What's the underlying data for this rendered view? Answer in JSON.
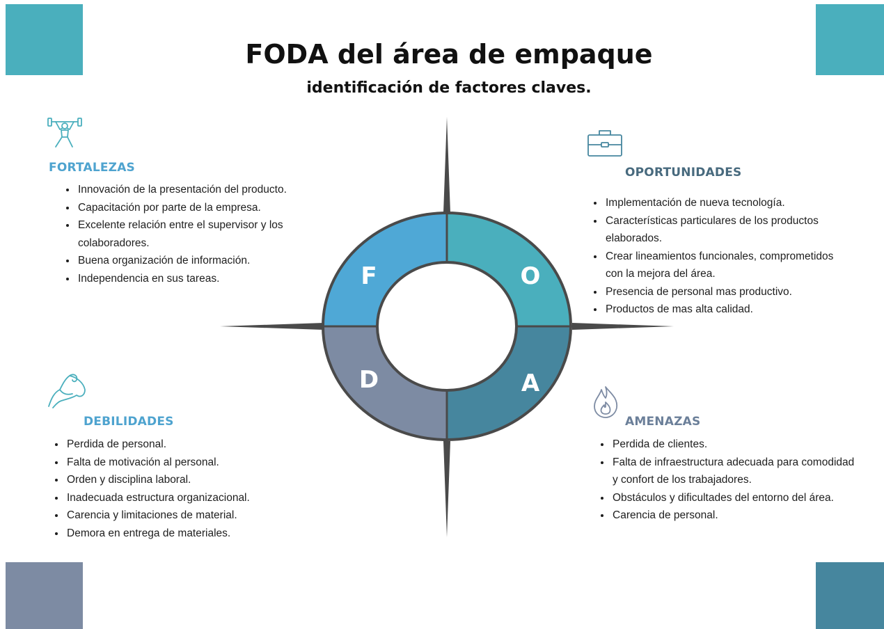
{
  "title": "FODA del área de empaque",
  "subtitle": "identificación de factores claves.",
  "colors": {
    "teal": "#4aafbd",
    "blue": "#4fa8d6",
    "slate": "#7d8ba3",
    "steel": "#46869e",
    "outline": "#4a4a4a"
  },
  "quadrants": {
    "fortalezas": {
      "letter": "F",
      "heading": "FORTALEZAS",
      "icon": "weightlifter-icon",
      "items": [
        "Innovación de la presentación del producto.",
        "Capacitación por parte de la empresa.",
        "Excelente relación entre el supervisor y los  colaboradores.",
        "Buena organización de información.",
        "Independencia en sus  tareas."
      ]
    },
    "oportunidades": {
      "letter": "O",
      "heading": "OPORTUNIDADES",
      "icon": "briefcase-icon",
      "items": [
        "Implementación de nueva tecnología.",
        "Características particulares de los productos elaborados.",
        "Crear lineamientos funcionales, comprometidos con la mejora del área.",
        "Presencia de personal mas productivo.",
        "Productos de mas alta calidad."
      ]
    },
    "debilidades": {
      "letter": "D",
      "heading": "DEBILIDADES",
      "icon": "flexed-arm-icon",
      "items": [
        "Perdida de personal.",
        "Falta de motivación al personal.",
        "Orden y disciplina laboral.",
        "Inadecuada estructura organizacional.",
        "Carencia y limitaciones de material.",
        "Demora en entrega de materiales."
      ]
    },
    "amenazas": {
      "letter": "A",
      "heading": "AMENAZAS",
      "icon": "flame-icon",
      "items": [
        "Perdida de clientes.",
        "Falta de infraestructura adecuada para comodidad y confort de los trabajadores.",
        "Obstáculos y dificultades del entorno del área.",
        "Carencia de personal."
      ]
    }
  }
}
